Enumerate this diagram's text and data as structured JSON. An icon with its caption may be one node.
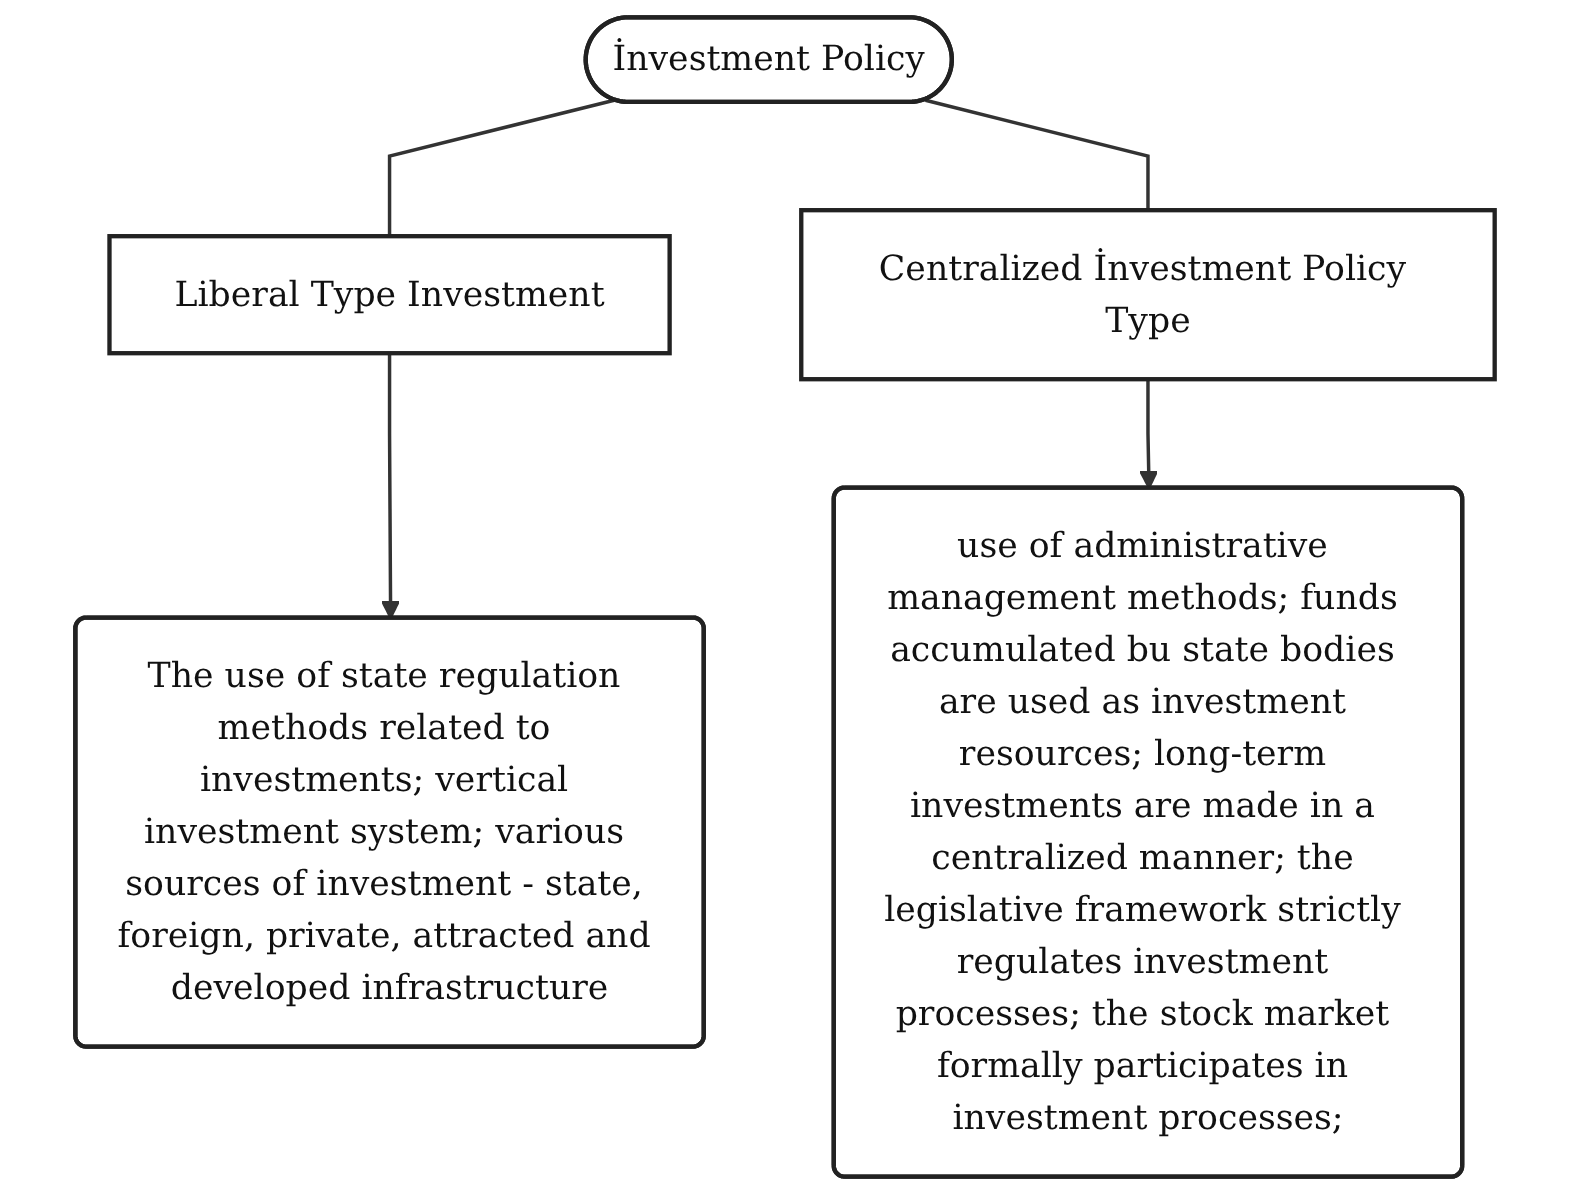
{
  "diagram": {
    "nodes": [
      {
        "text": [
          "İnvestment Policy"
        ]
      },
      {
        "text": [
          "Liberal Type Investment"
        ]
      },
      {
        "text": [
          "Centralized İnvestment Policy Type"
        ]
      },
      {
        "text": [
          "The use of state regulation methods related to investments; vertical investment system; various sources of investment - state, foreign, private, attracted and developed infrastructure"
        ]
      },
      {
        "text": [
          "use of administrative management methods; funds accumulated bu state bodies are used as investment resources; long-term investments are made in a centralized manner; the legislative framework strictly regulates investment processes; the stock market formally participates in investment processes;"
        ]
      }
    ],
    "edges": [
      {
        "from": 0,
        "to": 1,
        "arrow": "none"
      },
      {
        "from": 0,
        "to": 2,
        "arrow": "none"
      },
      {
        "from": 1,
        "to": 3,
        "arrow": "to"
      },
      {
        "from": 2,
        "to": 4,
        "arrow": "to"
      }
    ]
  }
}
